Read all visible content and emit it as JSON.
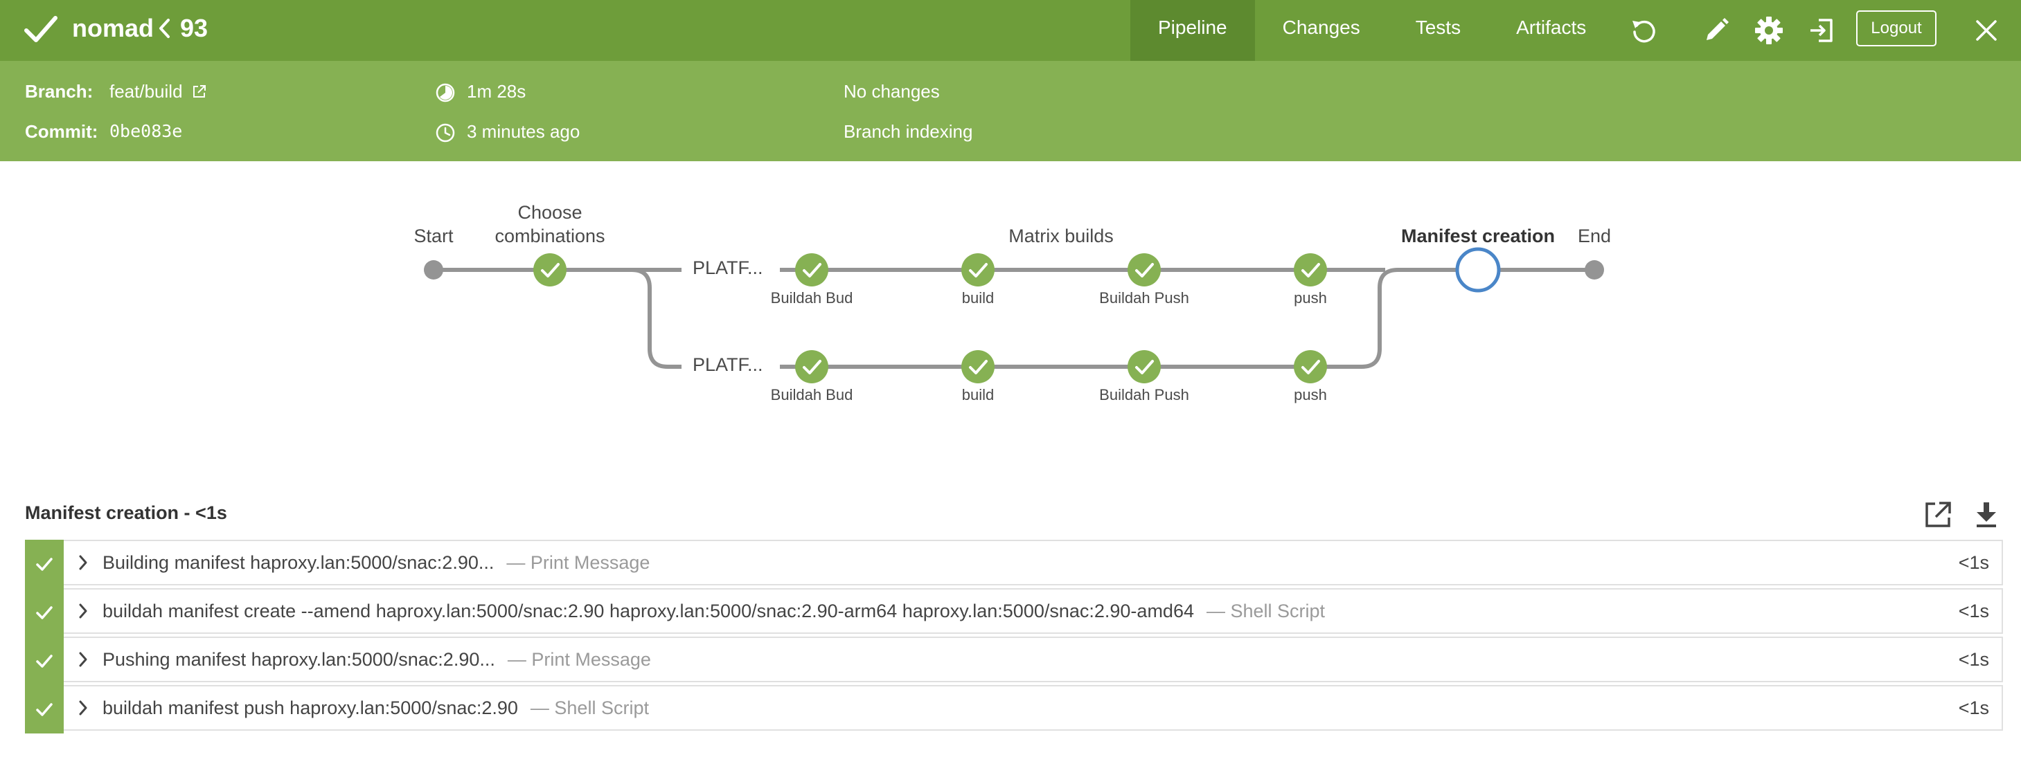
{
  "header": {
    "title": "nomad",
    "run_number": "93",
    "tabs": [
      {
        "label": "Pipeline",
        "active": true
      },
      {
        "label": "Changes",
        "active": false
      },
      {
        "label": "Tests",
        "active": false
      },
      {
        "label": "Artifacts",
        "active": false
      }
    ],
    "logout_label": "Logout",
    "colors": {
      "bar": "#6e9d3a",
      "info": "#86b153",
      "success": "#86b153"
    }
  },
  "info": {
    "branch_label": "Branch:",
    "branch_value": "feat/build",
    "commit_label": "Commit:",
    "commit_value": "0be083e",
    "duration": "1m 28s",
    "started": "3 minutes ago",
    "changes": "No changes",
    "cause": "Branch indexing"
  },
  "pipeline": {
    "start": "Start",
    "choose_line1": "Choose",
    "choose_line2": "combinations",
    "matrix": "Matrix builds",
    "manifest": "Manifest creation",
    "end": "End",
    "branches": [
      {
        "name": "PLATF...",
        "steps": [
          "Buildah Bud",
          "build",
          "Buildah Push",
          "push"
        ]
      },
      {
        "name": "PLATF...",
        "steps": [
          "Buildah Bud",
          "build",
          "Buildah Push",
          "push"
        ]
      }
    ]
  },
  "steps_section": {
    "title": "Manifest creation - <1s",
    "rows": [
      {
        "text": "Building manifest haproxy.lan:5000/snac:2.90...",
        "kind": "— Print Message",
        "duration": "<1s"
      },
      {
        "text": "buildah manifest create --amend haproxy.lan:5000/snac:2.90 haproxy.lan:5000/snac:2.90-arm64 haproxy.lan:5000/snac:2.90-amd64",
        "kind": "— Shell Script",
        "duration": "<1s"
      },
      {
        "text": "Pushing manifest haproxy.lan:5000/snac:2.90...",
        "kind": "— Print Message",
        "duration": "<1s"
      },
      {
        "text": "buildah manifest push haproxy.lan:5000/snac:2.90",
        "kind": "— Shell Script",
        "duration": "<1s"
      }
    ]
  }
}
